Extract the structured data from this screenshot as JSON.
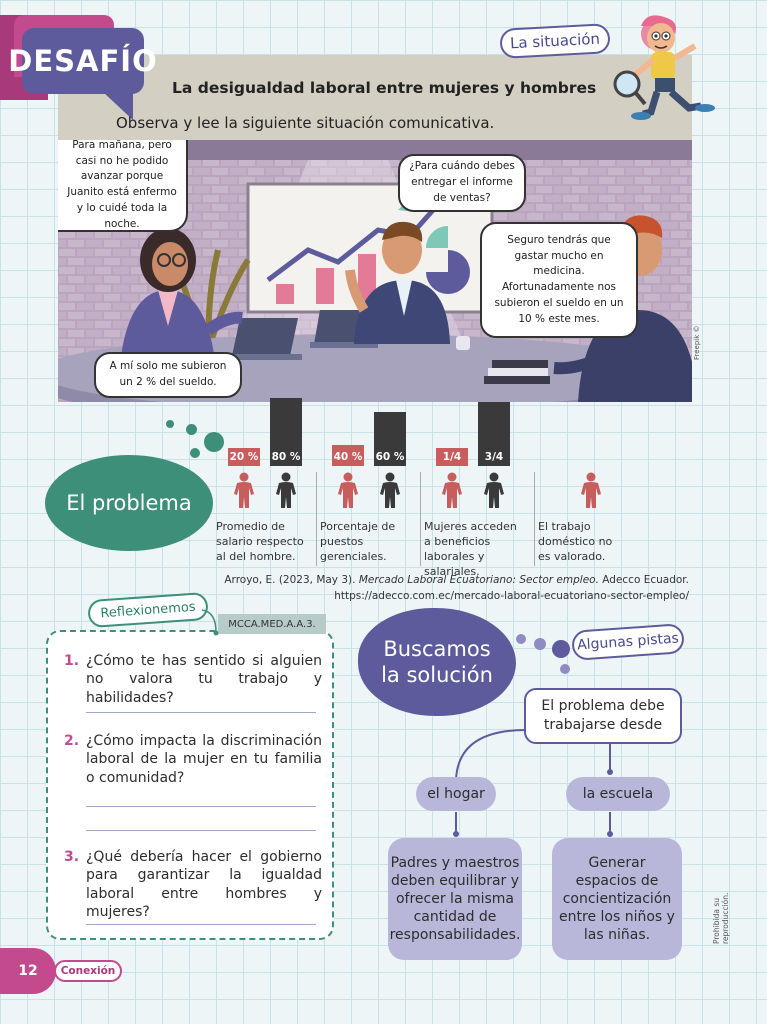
{
  "header": {
    "badge": "DESAFÍO",
    "title": "La desigualdad laboral entre mujeres y hombres",
    "lead": "Observa y lee la siguiente situación comunicativa.",
    "situation_tag": "La situación"
  },
  "scene": {
    "bubbles": {
      "woman_top": "Para mañana, pero casi no he podido avanzar porque Juanito está enfermo y lo cuidé toda la noche.",
      "boss": "¿Para cuándo debes entregar el informe de ventas?",
      "man_right": "Seguro tendrás que gastar mucho en medicina. Afortunadamente nos subieron el sueldo en un 10 % este mes.",
      "woman_bottom": "A mí solo me subieron un 2 % del sueldo."
    },
    "credit": "Freepik ©"
  },
  "problem": {
    "title": "El problema",
    "stats": [
      {
        "women": "20 %",
        "men": "80 %",
        "women_value": 20,
        "men_value": 80,
        "desc": "Promedio de salario respecto al del hombre."
      },
      {
        "women": "40 %",
        "men": "60 %",
        "women_value": 40,
        "men_value": 60,
        "desc": "Porcentaje de puestos gerenciales."
      },
      {
        "women": "1/4",
        "men": "3/4",
        "women_value": 25,
        "men_value": 75,
        "desc": "Mujeres acceden a beneficios laborales y salariales."
      },
      {
        "desc": "El trabajo doméstico no es valorado."
      }
    ],
    "citation_author": "Arroyo, E. (2023, May 3).",
    "citation_title": "Mercado Laboral Ecuatoriano: Sector empleo.",
    "citation_publisher": "Adecco Ecuador.",
    "citation_url": "https://adecco.com.ec/mercado-laboral-ecuatoriano-sector-empleo/"
  },
  "reflection": {
    "tag": "Reflexionemos",
    "code": "MCCA.MED.A.A.3.",
    "questions": [
      {
        "n": "1.",
        "text": "¿Cómo te has sentido si alguien no valora tu trabajo y habilidades?"
      },
      {
        "n": "2.",
        "text": "¿Cómo impacta la discriminación laboral de la mujer en tu familia o comunidad?"
      },
      {
        "n": "3.",
        "text": "¿Qué debería hacer el gobierno para garantizar la igualdad laboral entre hombres y mujeres?"
      }
    ]
  },
  "solution": {
    "title_line1": "Buscamos",
    "title_line2": "la solución",
    "hints_tag": "Algunas pistas",
    "root": "El problema debe trabajarse desde",
    "branches": [
      {
        "label": "el hogar",
        "detail": "Padres y maestros deben equilibrar y ofrecer la misma cantidad de responsabilidades."
      },
      {
        "label": "la escuela",
        "detail": "Generar espacios de concientización entre los niños y las niñas."
      }
    ],
    "notice": "Prohibida su reproducción."
  },
  "footer": {
    "page": "12",
    "section": "Conexión"
  },
  "colors": {
    "magenta": "#c44a8e",
    "purple": "#5d5b9c",
    "green": "#3e8f7a",
    "stat_red": "#c85d5d",
    "stat_dark": "#3a3a3a"
  }
}
